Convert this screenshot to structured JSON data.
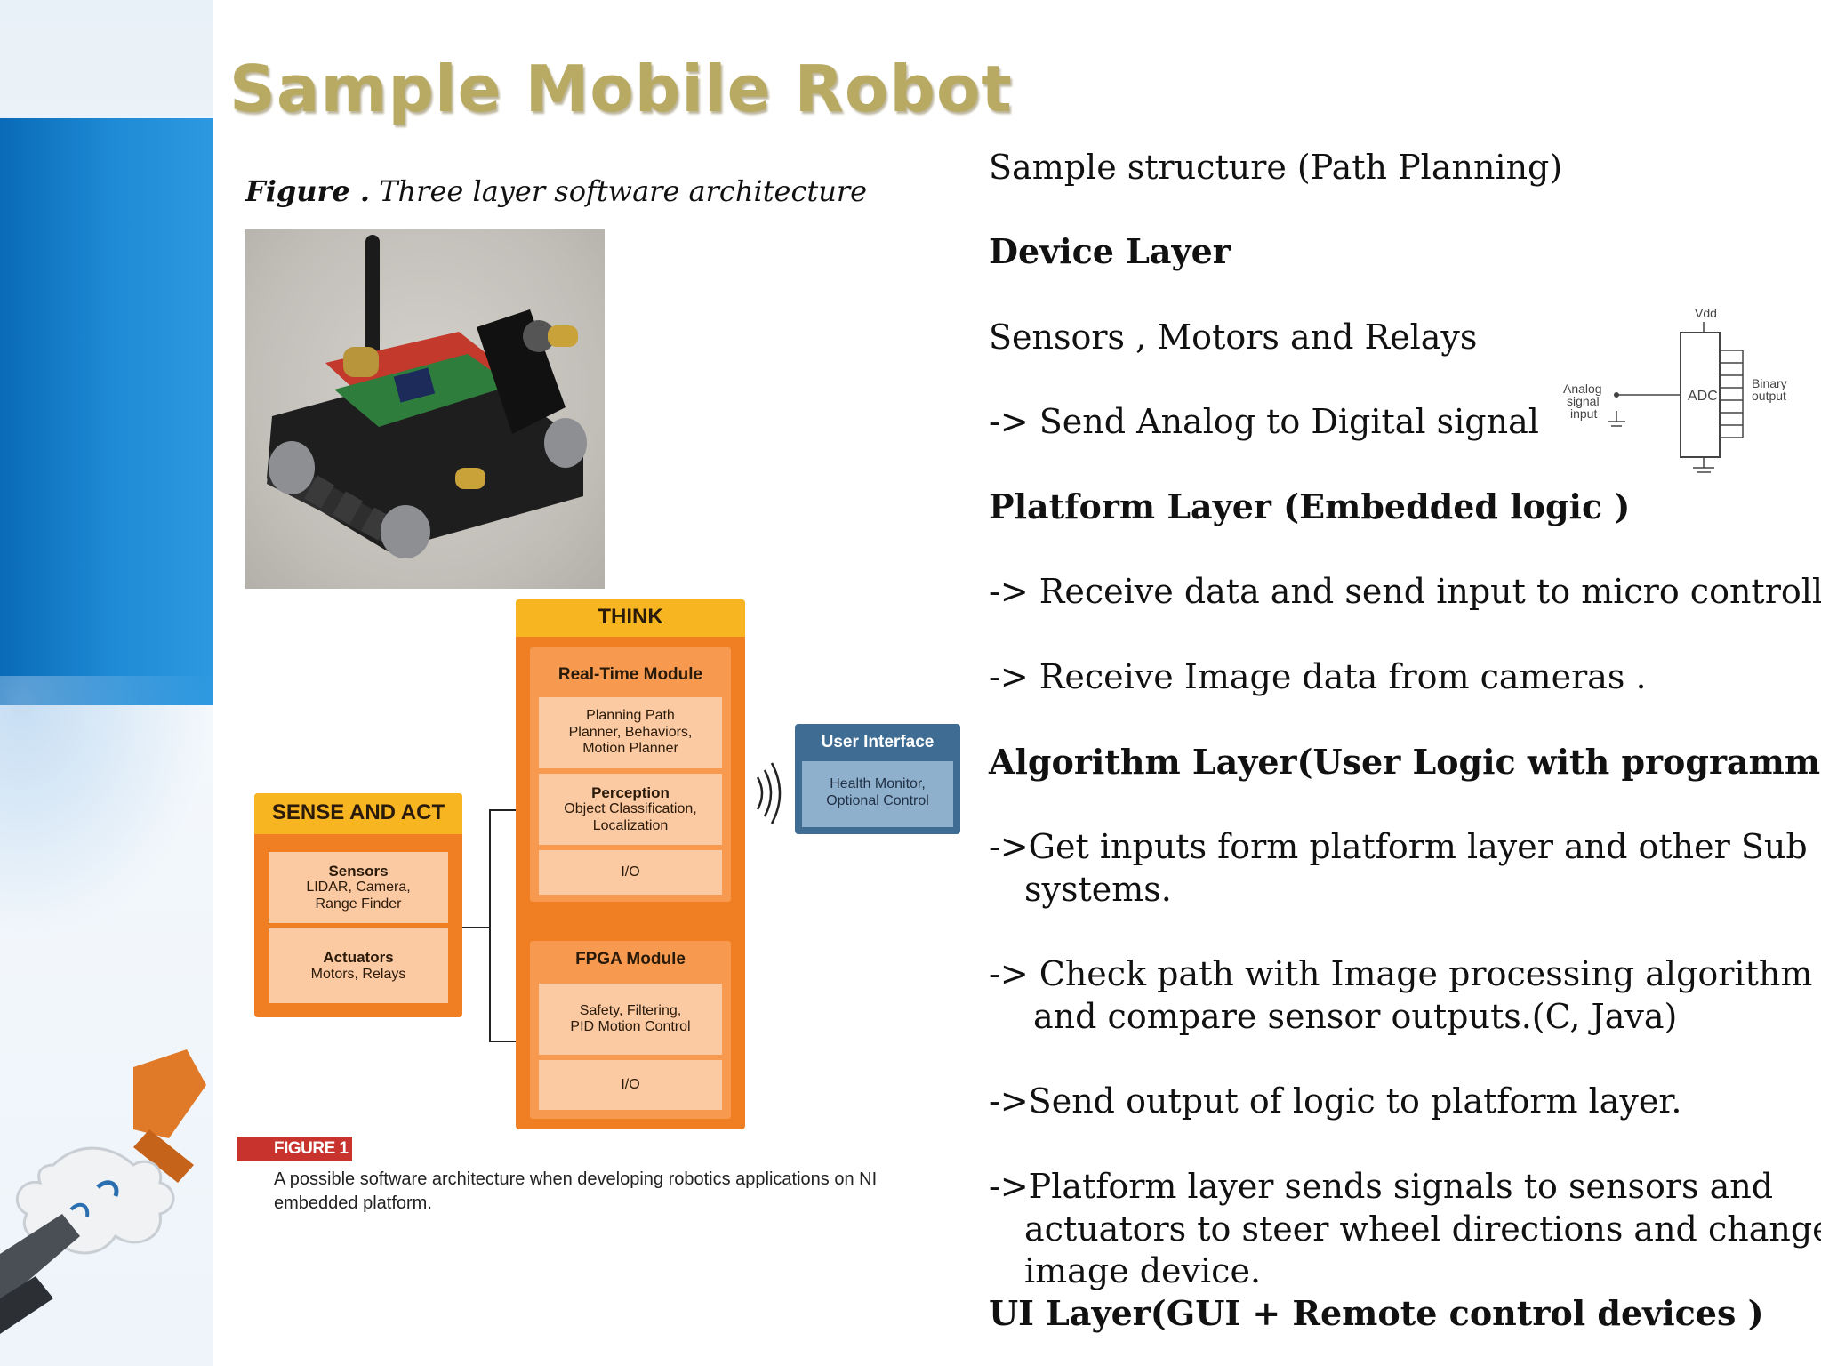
{
  "slide": {
    "title": "Sample Mobile Robot",
    "figure_caption_bold": "Figure .",
    "figure_caption_text": " Three layer software architecture"
  },
  "diagram": {
    "think_label": "THINK",
    "realtime_module_label": "Real-Time Module",
    "planning_text": "Planning Path\nPlanner, Behaviors,\nMotion Planner",
    "perception_title": "Perception",
    "perception_text": "Object Classification,\nLocalization",
    "io_label_1": "I/O",
    "fpga_module_label": "FPGA Module",
    "fpga_text": "Safety, Filtering,\nPID Motion Control",
    "io_label_2": "I/O",
    "sense_act_label": "SENSE AND ACT",
    "sensors_title": "Sensors",
    "sensors_text": "LIDAR, Camera,\nRange Finder",
    "actuators_title": "Actuators",
    "actuators_text": "Motors, Relays",
    "ui_label": "User Interface",
    "ui_text": "Health Monitor,\nOptional Control",
    "figure_tag": "FIGURE 1",
    "figure_caption": "A possible software architecture when developing robotics applications on NI embedded platform."
  },
  "adc_figure": {
    "vdd_label": "Vdd",
    "adc_label": "ADC",
    "input_label": "Analog\nsignal\ninput",
    "output_label": "Binary\noutput"
  },
  "content": {
    "line_1": "Sample  structure  (Path Planning)",
    "line_2": "Device Layer",
    "line_3": "Sensors , Motors and Relays",
    "line_4": " ->  Send Analog to Digital signal",
    "line_5": "Platform Layer (Embedded logic )",
    "line_6": "->  Receive data and send input to micro controller.",
    "line_7": "->  Receive Image data from cameras .",
    "line_8": "Algorithm Layer(User Logic  with programming)",
    "line_9a": "->Get  inputs form platform layer and other Sub",
    "line_9b": "systems.",
    "line_10a": "-> Check  path with Image processing algorithm",
    "line_10b": "and compare  sensor outputs.(C, Java)",
    "line_11": "->Send output of logic to platform layer.",
    "line_12a": "->Platform layer sends signals to sensors and",
    "line_12b": "actuators  to steer wheel directions and  change",
    "line_12c": "image  device.",
    "line_13": "UI  Layer(GUI  + Remote control devices )"
  }
}
